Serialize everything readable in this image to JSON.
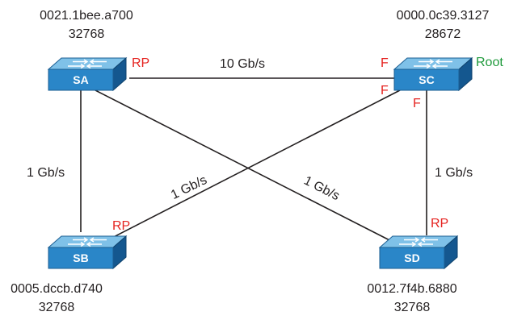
{
  "colors": {
    "port_role": "#e52421",
    "root_label": "#1f9a3c",
    "switch_front": "#2a86c8",
    "switch_top": "#7fc1e8",
    "switch_side": "#14578f",
    "link": "#231f20"
  },
  "switches": {
    "SA": {
      "name": "SA",
      "mac": "0021.1bee.a700",
      "priority": "32768",
      "port_label": "RP",
      "icon": "switch-icon"
    },
    "SB": {
      "name": "SB",
      "mac": "0005.dccb.d740",
      "priority": "32768",
      "port_label": "RP",
      "icon": "switch-icon"
    },
    "SC": {
      "name": "SC",
      "mac": "0000.0c39.3127",
      "priority": "28672",
      "root_label": "Root",
      "port_labels": [
        "F",
        "F",
        "F"
      ],
      "icon": "switch-icon"
    },
    "SD": {
      "name": "SD",
      "mac": "0012.7f4b.6880",
      "priority": "32768",
      "port_label": "RP",
      "icon": "switch-icon"
    }
  },
  "links": {
    "sa_sc": "10 Gb/s",
    "sa_sb": "1 Gb/s",
    "sb_sc": "1 Gb/s",
    "sa_sd": "1 Gb/s",
    "sc_sd": "1 Gb/s"
  }
}
